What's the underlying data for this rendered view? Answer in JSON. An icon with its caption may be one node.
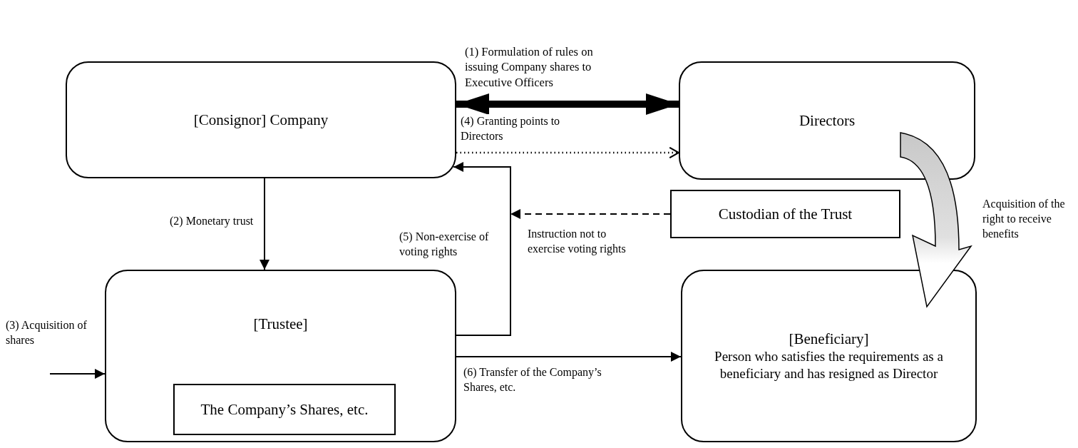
{
  "diagram": {
    "nodes": [
      {
        "text": [
          "[Consignor] Company"
        ]
      },
      {
        "text": [
          "Directors"
        ]
      },
      {
        "text": [
          "Custodian of the Trust"
        ]
      },
      {
        "text": [
          "[Trustee]"
        ]
      },
      {
        "text": [
          "The Company’s Shares, etc."
        ],
        "in": 3
      },
      {
        "text": [
          "[Beneficiary]",
          "Person who satisfies the requirements as a beneficiary and has resigned as Director"
        ]
      }
    ],
    "edges": [
      {
        "from": 0,
        "to": 1,
        "arrow": "both",
        "style": "thick",
        "label": "(1) Formulation of rules on issuing Company shares to Executive Officers"
      },
      {
        "from": 0,
        "to": 1,
        "arrow": "to",
        "style": "dashed",
        "label": "(4) Granting points to Directors"
      },
      {
        "from": 0,
        "to": 3,
        "arrow": "to",
        "label": "(2) Monetary trust"
      },
      {
        "from": null,
        "to": 3,
        "arrow": "to",
        "label": "(3) Acquisition of shares"
      },
      {
        "from": 3,
        "to": 0,
        "arrow": "to",
        "label": "(5) Non-exercise of voting rights"
      },
      {
        "from": 2,
        "to": null,
        "arrow": "to",
        "style": "dashed",
        "label": "Instruction not to exercise voting rights"
      },
      {
        "from": 3,
        "to": 5,
        "arrow": "to",
        "label": "(6) Transfer of the Company’s Shares, etc."
      },
      {
        "from": 1,
        "to": 5,
        "arrow": "to",
        "label": "Acquisition of the right to receive benefits"
      }
    ]
  }
}
